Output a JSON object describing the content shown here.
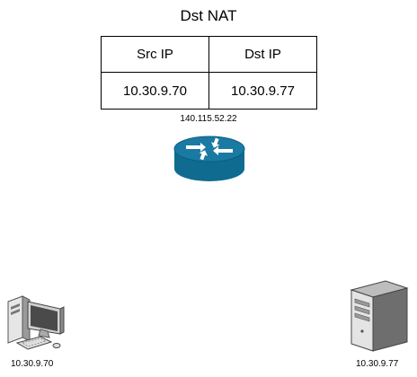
{
  "title": "Dst NAT",
  "nat_table": {
    "headers": [
      "Src IP",
      "Dst IP"
    ],
    "rows": [
      [
        "10.30.9.70",
        "10.30.9.77"
      ]
    ]
  },
  "router": {
    "icon": "router-icon",
    "ip": "140.115.52.22",
    "color": "#1a7aa3"
  },
  "client": {
    "icon": "desktop-computer-icon",
    "ip": "10.30.9.70"
  },
  "server": {
    "icon": "tower-server-icon",
    "ip": "10.30.9.77"
  }
}
